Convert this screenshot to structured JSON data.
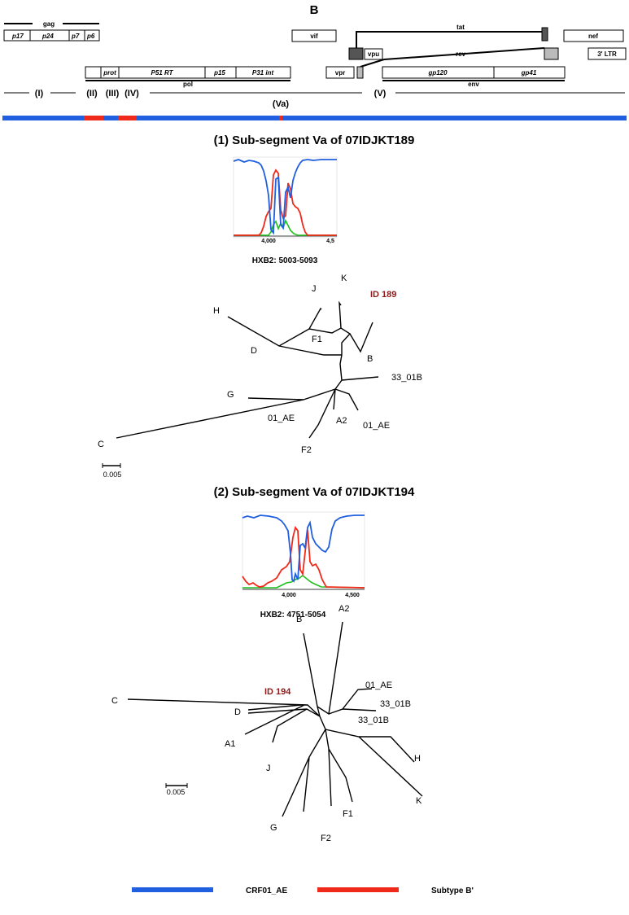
{
  "panel_letter": "B",
  "genome": {
    "genes": {
      "gag": "gag",
      "p17": "p17",
      "p24": "p24",
      "p7": "p7",
      "p6": "p6",
      "pol": "pol",
      "prot": "prot",
      "p51rt": "P51 RT",
      "p15": "p15",
      "p31int": "P31 int",
      "vif": "vif",
      "vpr": "vpr",
      "vpu": "vpu",
      "tat": "tat",
      "rev": "rev",
      "env": "env",
      "gp120": "gp120",
      "gp41": "gp41",
      "nef": "nef",
      "ltr": "3' LTR"
    },
    "segments": [
      "(I)",
      "(II)",
      "(III)",
      "(IV)",
      "(V)",
      "(Va)"
    ]
  },
  "panels": [
    {
      "title": "(1) Sub-segment Va of 07IDJKT189",
      "hxb2": "HXB2: 5003-5093",
      "ticks": [
        "4,000",
        "4,5"
      ],
      "scale": "0.005",
      "tips": {
        "h": "H",
        "j": "J",
        "k": "K",
        "id": "ID 189",
        "f1": "F1",
        "d": "D",
        "b": "B",
        "r33": "33_01B",
        "g": "G",
        "ae1": "01_AE",
        "a2": "A2",
        "ae2": "01_AE",
        "c": "C",
        "f2": "F2"
      }
    },
    {
      "title": "(2) Sub-segment Va of 07IDJKT194",
      "hxb2": "HXB2: 4751-5054",
      "ticks": [
        "4,000",
        "4,500"
      ],
      "scale": "0.005",
      "tips": {
        "b": "B",
        "a2": "A2",
        "ae": "01_AE",
        "id": "ID 194",
        "r33a": "33_01B",
        "d": "D",
        "r33b": "33_01B",
        "c": "C",
        "a1": "A1",
        "h": "H",
        "j": "J",
        "k": "K",
        "g": "G",
        "f1": "F1",
        "f2": "F2"
      }
    }
  ],
  "legend": [
    {
      "label": "CRF01_AE",
      "color": "#1f5fe0"
    },
    {
      "label": "Subtype B'",
      "color": "#f02a1a"
    }
  ],
  "colors": {
    "crf01_ae": "#1f5fe0",
    "subtype_b": "#f02a1a",
    "other_subtype": "#1fbf1f",
    "highlight_id": "#8b1a1a",
    "exon": "#555555",
    "exon_light": "#bbbbbb"
  }
}
